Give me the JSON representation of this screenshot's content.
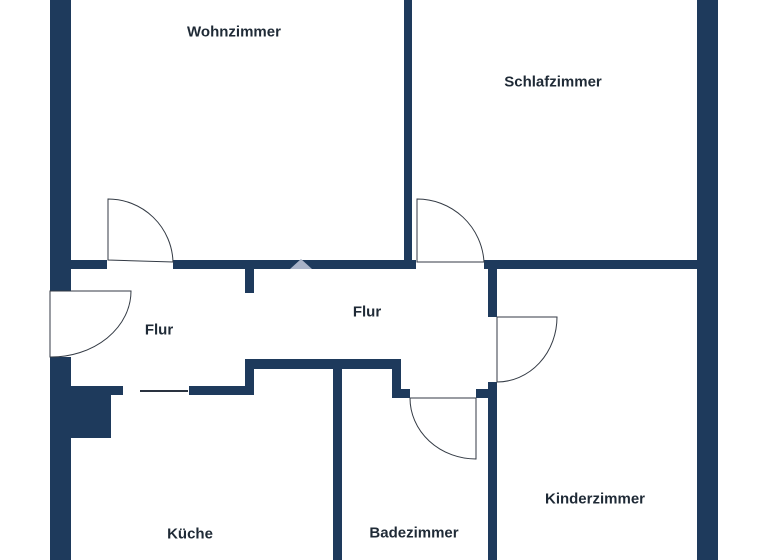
{
  "floorplan": {
    "wall_color": "#1e3a5c",
    "label_color": "#1f2a36",
    "rooms": [
      {
        "id": "wohnzimmer",
        "label": "Wohnzimmer"
      },
      {
        "id": "schlafzimmer",
        "label": "Schlafzimmer"
      },
      {
        "id": "flur-left",
        "label": "Flur"
      },
      {
        "id": "flur-center",
        "label": "Flur"
      },
      {
        "id": "kueche",
        "label": "Küche"
      },
      {
        "id": "badezimmer",
        "label": "Badezimmer"
      },
      {
        "id": "kinderzimmer",
        "label": "Kinderzimmer"
      }
    ]
  }
}
